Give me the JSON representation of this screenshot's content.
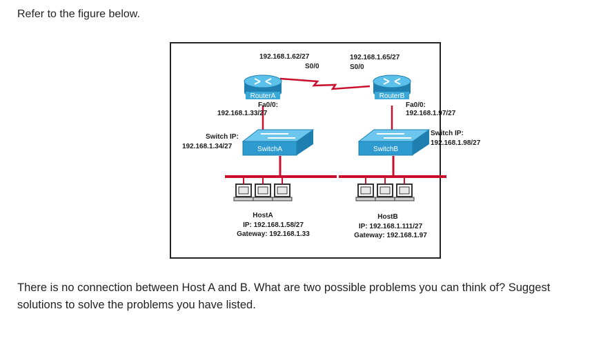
{
  "document": {
    "intro": "Refer to the figure below.",
    "question_line1": "There is no connection between Host A and B. What are two possible problems you can think of? Suggest",
    "question_line2": "solutions to solve the problems you have listed."
  },
  "figure": {
    "router_a": {
      "name": "RouterA",
      "s0_ip": "192.168.1.62/27",
      "s0_if": "S0/0",
      "fa_if": "Fa0/0:",
      "fa_ip": "192.168.1.33/27"
    },
    "router_b": {
      "name": "RouterB",
      "s0_ip": "192.168.1.65/27",
      "s0_if": "S0/0",
      "fa_if": "Fa0/0:",
      "fa_ip": "192.168.1.97/27"
    },
    "switch_a": {
      "name": "SwitchA",
      "label": "Switch IP:",
      "ip": "192.168.1.34/27"
    },
    "switch_b": {
      "name": "SwitchB",
      "label": "Switch IP:",
      "ip": "192.168.1.98/27"
    },
    "host_a": {
      "name": "HostA",
      "ip": "IP: 192.168.1.58/27",
      "gateway": "Gateway: 192.168.1.33"
    },
    "host_b": {
      "name": "HostB",
      "ip": "IP: 192.168.1.111/27",
      "gateway": "Gateway: 192.168.1.97"
    },
    "colors": {
      "device_blue": "#3aa8d8",
      "device_blue_dark": "#1f7fb0",
      "link_red": "#c8102e"
    }
  }
}
